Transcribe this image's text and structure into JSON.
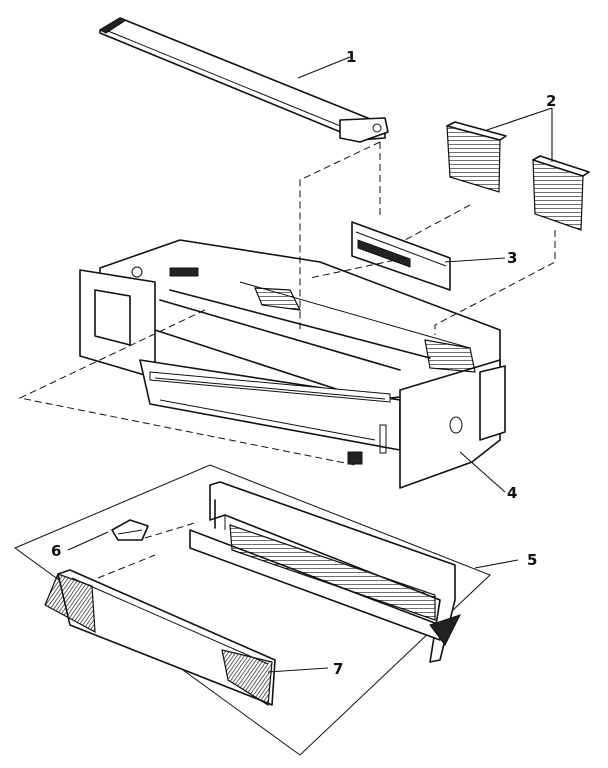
{
  "callouts": [
    {
      "id": "1",
      "label": "1"
    },
    {
      "id": "2",
      "label": "2"
    },
    {
      "id": "3",
      "label": "3"
    },
    {
      "id": "4",
      "label": "4"
    },
    {
      "id": "5",
      "label": "5"
    },
    {
      "id": "6",
      "label": "6"
    },
    {
      "id": "7",
      "label": "7"
    }
  ],
  "colors": {
    "ink": "#111111",
    "paper": "#ffffff"
  }
}
